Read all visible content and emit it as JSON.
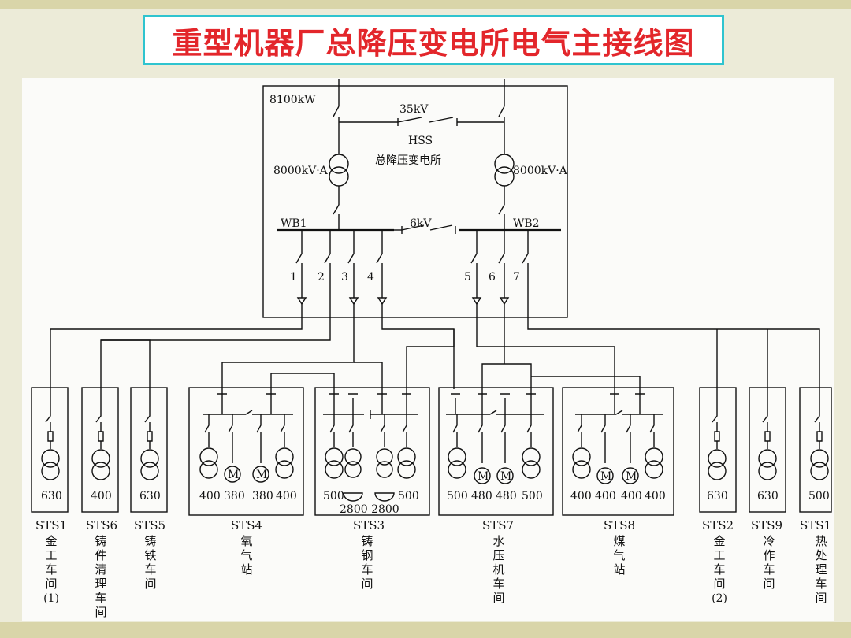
{
  "title": "重型机器厂总降压变电所电气主接线图",
  "hss": {
    "capacity": "8100kW",
    "voltage_hv": "35kV",
    "code": "HSS",
    "name": "总降压变电所",
    "transformer_left": "8000kV·A",
    "transformer_right": "8000kV·A",
    "bus_left": "WB1",
    "bus_right": "WB2",
    "voltage_lv": "6kV"
  },
  "feeders": [
    "1",
    "2",
    "3",
    "4",
    "5",
    "6",
    "7"
  ],
  "ratings": {
    "sts1_left": "630",
    "sts6": "400",
    "sts5": "630",
    "sts4": [
      "400",
      "380",
      "380",
      "400"
    ],
    "sts3": [
      "500",
      "500"
    ],
    "sts3_furnace": "2800 2800",
    "sts7": [
      "500",
      "480",
      "480",
      "500"
    ],
    "sts8": [
      "400",
      "400",
      "400",
      "400"
    ],
    "sts2": "630",
    "sts9": "630",
    "sts1_right": "500"
  },
  "substations": [
    {
      "code": "STS1",
      "chars": [
        "金",
        "工",
        "车",
        "间",
        "(1)"
      ]
    },
    {
      "code": "STS6",
      "chars": [
        "铸",
        "件",
        "清",
        "理",
        "车",
        "间"
      ]
    },
    {
      "code": "STS5",
      "chars": [
        "铸",
        "铁",
        "车",
        "间"
      ]
    },
    {
      "code": "STS4",
      "chars": [
        "氧",
        "气",
        "站"
      ]
    },
    {
      "code": "STS3",
      "chars": [
        "铸",
        "钢",
        "车",
        "间"
      ]
    },
    {
      "code": "STS7",
      "chars": [
        "水",
        "压",
        "机",
        "车",
        "间"
      ]
    },
    {
      "code": "STS8",
      "chars": [
        "煤",
        "气",
        "站"
      ]
    },
    {
      "code": "STS2",
      "chars": [
        "金",
        "工",
        "车",
        "间",
        "(2)"
      ]
    },
    {
      "code": "STS9",
      "chars": [
        "冷",
        "作",
        "车",
        "间"
      ]
    },
    {
      "code": "STS1",
      "chars": [
        "热",
        "处",
        "理",
        "车",
        "间"
      ]
    }
  ]
}
